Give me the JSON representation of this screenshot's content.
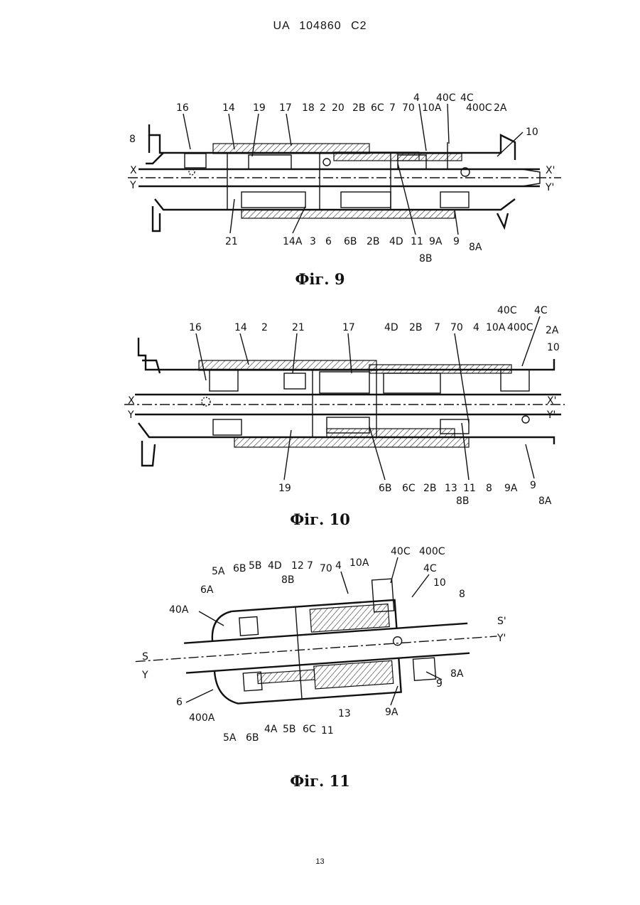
{
  "header": {
    "text": "UA   104860   C2"
  },
  "page_number": "13",
  "figures": [
    {
      "caption": "Фіг. 9",
      "labels_top": [
        "16",
        "14",
        "19",
        "17",
        "18",
        "2",
        "20",
        "2B",
        "6C",
        "7",
        "70",
        "4",
        "10A",
        "40C",
        "4C",
        "400C",
        "2A",
        "10",
        "8"
      ],
      "labels_axis": [
        "X",
        "Y",
        "X'",
        "Y'"
      ],
      "labels_bottom": [
        "21",
        "14A",
        "3",
        "6",
        "6B",
        "2B",
        "4D",
        "11",
        "8B",
        "9A",
        "9",
        "8A"
      ]
    },
    {
      "caption": "Фіг. 10",
      "labels_top": [
        "16",
        "14",
        "2",
        "21",
        "17",
        "4D",
        "2B",
        "7",
        "70",
        "4",
        "10A",
        "40C",
        "400C",
        "4C",
        "2A",
        "10"
      ],
      "labels_axis": [
        "X",
        "Y",
        "X'",
        "Y'"
      ],
      "labels_bottom": [
        "19",
        "6B",
        "6C",
        "2B",
        "13",
        "11",
        "8",
        "9A",
        "9",
        "8B",
        "8A"
      ]
    },
    {
      "caption": "Фіг. 11",
      "labels_top": [
        "5A",
        "6B",
        "5B",
        "4D",
        "8B",
        "12",
        "7",
        "70",
        "4",
        "10A",
        "40C",
        "400C",
        "4C",
        "10",
        "8",
        "40A",
        "6A"
      ],
      "labels_axis": [
        "S",
        "Y",
        "S'",
        "Y'"
      ],
      "labels_bottom": [
        "6",
        "400A",
        "5A",
        "6B",
        "4A",
        "5B",
        "6C",
        "11",
        "13",
        "9A",
        "9",
        "8A"
      ]
    }
  ]
}
